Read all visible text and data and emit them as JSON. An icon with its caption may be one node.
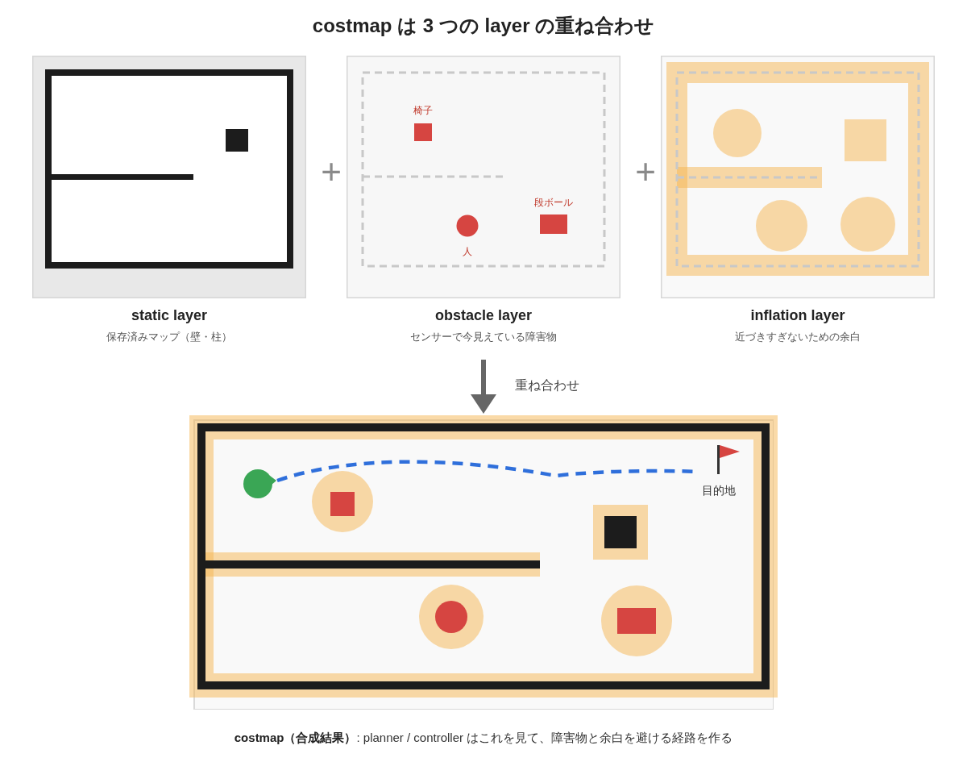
{
  "diagram": {
    "title": "costmap は 3 つの layer の重ね合わせ",
    "caption": "**costmap（合成結果）**: planner / controller はこれを見て、障害物と余白を避ける経路を作る",
    "nodes": [
      {
        "text": [
          "static layer"
        ],
        "beside": [
          "保存済みマップ（壁・柱）"
        ]
      },
      {
        "text": [
          "obstacle layer"
        ],
        "beside": [
          "センサーで今見えている障害物"
        ]
      },
      {
        "text": [
          "inflation layer"
        ],
        "beside": [
          "近づきすぎないための余白"
        ]
      },
      {
        "text": [],
        "shape": "box"
      },
      {
        "text": [],
        "shape": "circle",
        "in": 3
      },
      {
        "text": [
          "目的地"
        ],
        "in": 3
      }
    ],
    "edges": [
      {
        "from": null,
        "to": 3,
        "arrow": "to",
        "label": "重ね合わせ"
      },
      {
        "from": 4,
        "to": 5,
        "arrow": "none",
        "style": "dashed",
        "color": "#2f6fdb"
      }
    ],
    "labels": [
      "+",
      "椅子",
      "段ボール",
      "人",
      "+"
    ]
  }
}
